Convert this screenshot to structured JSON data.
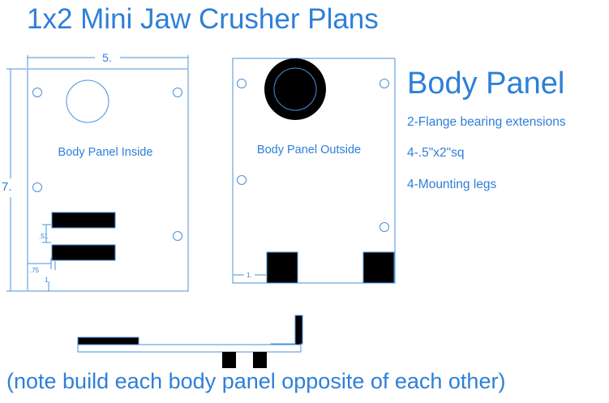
{
  "title": "1x2 Mini Jaw Crusher Plans",
  "section_heading": "Body Panel",
  "specs": [
    "2-Flange bearing extensions",
    "4-.5\"x2\"sq",
    "4-Mounting legs"
  ],
  "inside_panel": {
    "label": "Body Panel Inside",
    "width_dim": "5.",
    "height_dim": "7.",
    "gap_dim": ".51",
    "offset_dim": ".75",
    "edge_dim": "1."
  },
  "outside_panel": {
    "label": "Body Panel Outside",
    "edge_dim": "1."
  },
  "note": "(note build each body panel opposite of each other)",
  "colors": {
    "accent": "#2e7fd8",
    "line": "#4a90d9",
    "solid": "#000000"
  }
}
